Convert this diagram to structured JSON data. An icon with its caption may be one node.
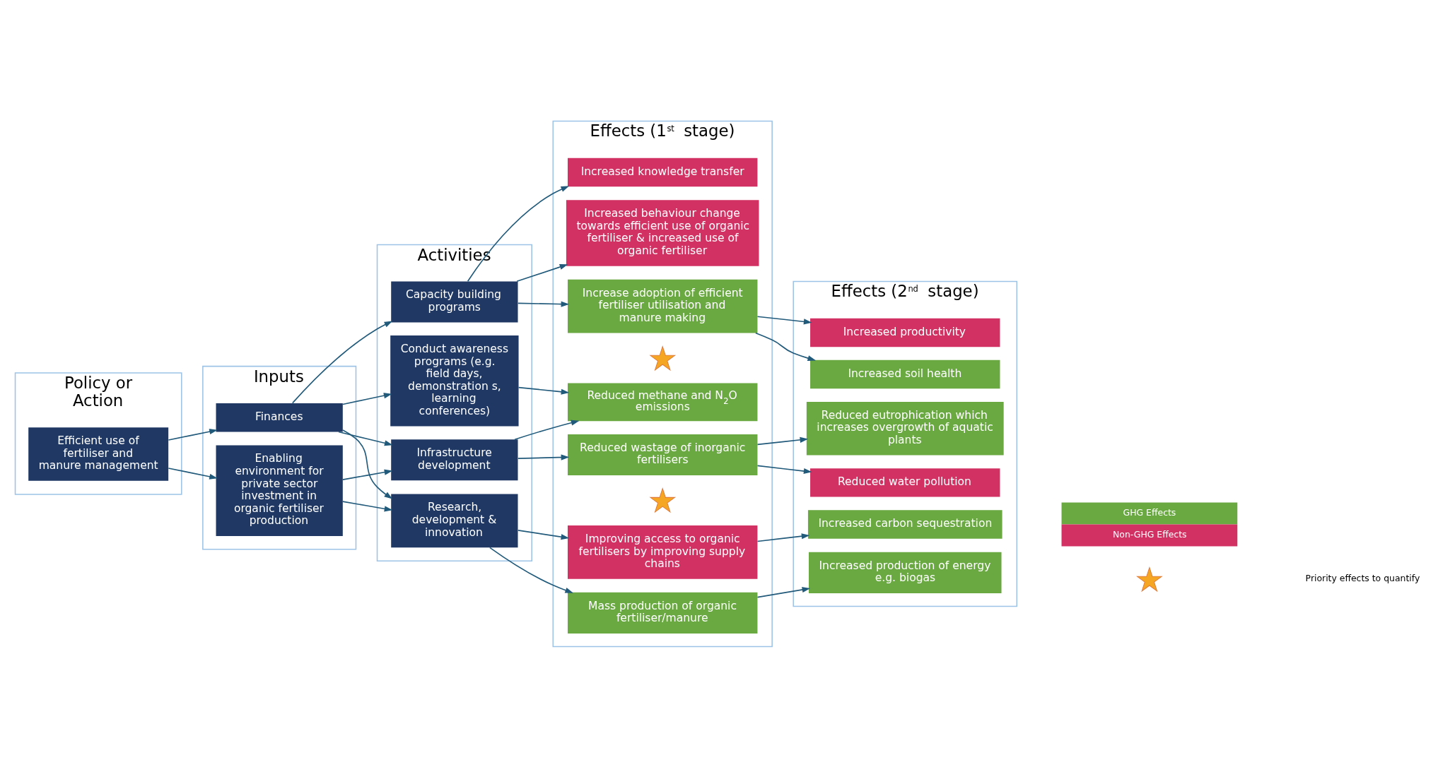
{
  "diagram": {
    "nodes": [
      {
        "text": [
          "Policy or Action"
        ]
      },
      {
        "text": [
          "Efficient use of fertiliser and manure management"
        ],
        "in": 0
      },
      {
        "text": [
          "Inputs"
        ]
      },
      {
        "text": [
          "Finances"
        ],
        "in": 2
      },
      {
        "text": [
          "Enabling environment for private sector investment in organic fertiliser production"
        ],
        "in": 2
      },
      {
        "text": [
          "Activities"
        ]
      },
      {
        "text": [
          "Capacity building programs"
        ],
        "in": 5
      },
      {
        "text": [
          "Infrastructure development"
        ],
        "in": 5
      },
      {
        "text": [
          "Conduct awareness programs (e.g. field days, demonstration s, learning conferences)"
        ],
        "in": 5
      },
      {
        "text": [
          "Research, development & innovation"
        ],
        "in": 5
      },
      {
        "text": [
          "Effects (1$^{st}$ stage)"
        ]
      },
      {
        "text": [
          "Increased knowledge transfer"
        ],
        "in": 10
      },
      {
        "text": [
          "Increased behaviour change towards efficient use of organic fertiliser & increased use of organic fertiliser"
        ],
        "in": 10
      },
      {
        "text": [
          "Increase adoption of efficient fertiliser utilisation and manure making"
        ],
        "in": 10
      },
      {
        "text": [
          "Reduced wastage of inorganic fertilisers"
        ],
        "in": 10
      },
      {
        "text": [
          "Reduced methane and N$_{2}$O emissions"
        ],
        "in": 10
      },
      {
        "text": [
          "Mass production of organic fertiliser/manure"
        ],
        "in": 10
      },
      {
        "text": [
          "Improving access to organic fertilisers by improving supply chains"
        ],
        "in": 10
      },
      {
        "text": [
          "Effects (2$^{nd}$ stage)"
        ]
      },
      {
        "text": [
          "Increased productivity"
        ],
        "in": 18
      },
      {
        "text": [
          "Increased soil health"
        ],
        "in": 18
      },
      {
        "text": [
          "Reduced eutrophication which increases overgrowth of aquatic plants"
        ],
        "in": 18
      },
      {
        "text": [
          "Reduced water pollution"
        ],
        "in": 18
      },
      {
        "text": [
          "Increased production of energy e.g. biogas"
        ],
        "in": 18
      },
      {
        "text": [
          "Increased carbon sequestration"
        ],
        "in": 18
      },
      {
        "text": [],
        "shape": "star",
        "in": 10
      },
      {
        "text": [],
        "shape": "star",
        "in": 10
      },
      {
        "text": [],
        "shape": "star"
      }
    ],
    "edges": [
      {
        "from": 1,
        "to": 3,
        "arrow": "to"
      },
      {
        "from": 1,
        "to": 4,
        "arrow": "to"
      },
      {
        "from": 3,
        "to": 6,
        "arrow": "to"
      },
      {
        "from": 3,
        "to": 7,
        "arrow": "to"
      },
      {
        "from": 3,
        "to": 8,
        "arrow": "to"
      },
      {
        "from": 3,
        "to": 9,
        "arrow": "to"
      },
      {
        "from": 4,
        "to": 7,
        "arrow": "to"
      },
      {
        "from": 4,
        "to": 9,
        "arrow": "to"
      },
      {
        "from": 6,
        "to": 11,
        "arrow": "to"
      },
      {
        "from": 6,
        "to": 12,
        "arrow": "to"
      },
      {
        "from": 6,
        "to": 13,
        "arrow": "to"
      },
      {
        "from": 7,
        "to": 14,
        "arrow": "to"
      },
      {
        "from": 7,
        "to": 15,
        "arrow": "to"
      },
      {
        "from": 8,
        "to": 15,
        "arrow": "to"
      },
      {
        "from": 9,
        "to": 16,
        "arrow": "to"
      },
      {
        "from": 9,
        "to": 17,
        "arrow": "to"
      },
      {
        "from": 13,
        "to": 19,
        "arrow": "to"
      },
      {
        "from": 13,
        "to": 20,
        "arrow": "to"
      },
      {
        "from": 14,
        "to": 21,
        "arrow": "to"
      },
      {
        "from": 14,
        "to": 22,
        "arrow": "to"
      },
      {
        "from": 16,
        "to": 23,
        "arrow": "to"
      },
      {
        "from": 17,
        "to": 24,
        "arrow": "to"
      }
    ],
    "legend": [
      {
        "text": "GHG Effects",
        "color": "#6aa842"
      },
      {
        "text": "Non-GHG Effects",
        "color": "#d23263"
      },
      {
        "text": "Priority effects to quantify"
      }
    ]
  }
}
